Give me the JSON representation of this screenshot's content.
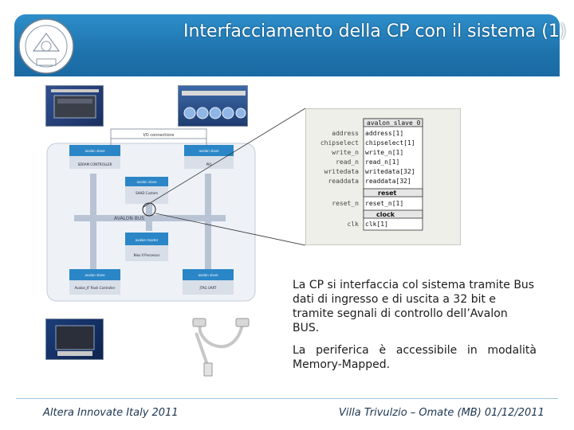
{
  "slide": {
    "title": "Interfacciamento della CP con il sistema (1)",
    "paragraph1": "La CP si interfaccia col sistema tramite Bus dati di ingresso e di uscita a 32 bit e tramite segnali di controllo dell’Avalon BUS.",
    "paragraph2": "La periferica è accessibile in modalità Memory-Mapped."
  },
  "footer": {
    "left": "Altera Innovate Italy 2011",
    "right": "Villa Trivulzio – Omate (MB) 01/12/2011"
  },
  "diagram": {
    "bus_label": "AVALON BUS",
    "connections_label": "I/O connections",
    "modules": [
      {
        "tag": "avalon slave",
        "name": "SDRAM CONTROLLER"
      },
      {
        "tag": "avalon slave",
        "name": "PIO"
      },
      {
        "tag": "avalon slave",
        "name": "SAHD Custom"
      },
      {
        "tag": "avalon master",
        "name": "Nios II Processor"
      },
      {
        "tag": "avalon slave",
        "name": "Avalon_IF flash Controller"
      },
      {
        "tag": "avalon slave",
        "name": "JTAG UART"
      }
    ]
  },
  "avalon_interface": {
    "slave_header": "avalon_slave_0",
    "reset_header": "reset",
    "clock_header": "clock",
    "ports": [
      {
        "left": "address",
        "right": "address[1]"
      },
      {
        "left": "chipselect",
        "right": "chipselect[1]"
      },
      {
        "left": "write_n",
        "right": "write_n[1]"
      },
      {
        "left": "read_n",
        "right": "read_n[1]"
      },
      {
        "left": "writedata",
        "right": "writedata[32]"
      },
      {
        "left": "readdata",
        "right": "readdata[32]"
      }
    ],
    "reset_port": {
      "left": "reset_n",
      "right": "reset_n[1]"
    },
    "clock_port": {
      "left": "clk",
      "right": "clk[1]"
    }
  },
  "colors": {
    "header": "#1f73ad",
    "bus": "#b8c4d4",
    "module": "#2a86c6"
  }
}
